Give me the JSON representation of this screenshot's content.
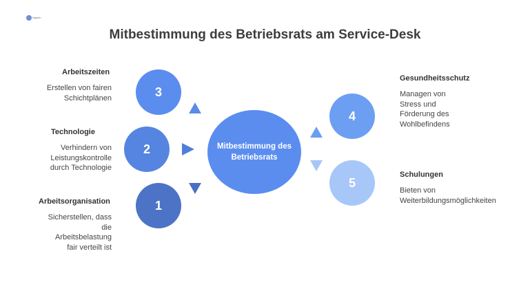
{
  "logo": {
    "text": "Napkin",
    "icon": "napkin-logo-icon"
  },
  "title": "Mitbestimmung des Betriebsrats am Service-Desk",
  "center": {
    "label": "Mitbestimmung des Betriebsrats",
    "color": "#5b8def"
  },
  "items": [
    {
      "number": "3",
      "heading": "Arbeitszeiten",
      "lines": [
        "Erstellen von fairen",
        "Schichtplänen"
      ],
      "color": "#5b8def"
    },
    {
      "number": "2",
      "heading": "Technologie",
      "lines": [
        "Verhindern von",
        "Leistungskontrolle",
        "durch Technologie"
      ],
      "color": "#5585e0"
    },
    {
      "number": "1",
      "heading": "Arbeitsorganisation",
      "lines": [
        "Sicherstellen, dass",
        "die",
        "Arbeitsbelastung",
        "fair verteilt ist"
      ],
      "color": "#4c73c6"
    },
    {
      "number": "4",
      "heading": "Gesundheitsschutz",
      "lines": [
        "Managen von",
        "Stress und",
        "Förderung des",
        "Wohlbefindens"
      ],
      "color": "#6c9ff2"
    },
    {
      "number": "5",
      "heading": "Schulungen",
      "lines": [
        "Bieten von",
        "Weiterbildungsmöglichkeiten"
      ],
      "color": "#a7c7f8"
    }
  ],
  "arrows": [
    {
      "name": "arrow-up-icon",
      "color": "#5a8ce6"
    },
    {
      "name": "arrow-right-icon",
      "color": "#4f7fd9"
    },
    {
      "name": "arrow-down-icon",
      "color": "#4a70c4"
    },
    {
      "name": "arrow-up-icon",
      "color": "#6a9ff0"
    },
    {
      "name": "arrow-down-icon",
      "color": "#a6c6f7"
    }
  ]
}
